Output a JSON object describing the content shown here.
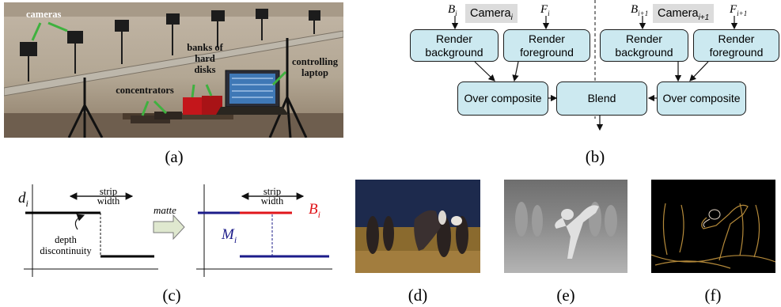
{
  "panels": {
    "a": {
      "caption": "(a)",
      "labels": {
        "cameras": "cameras",
        "concentrators": "concentrators",
        "disks": "banks of hard disks",
        "laptop": "controlling laptop"
      }
    },
    "b": {
      "caption": "(b)",
      "camera_left": "Camera",
      "camera_left_sub": "i",
      "camera_right": "Camera",
      "camera_right_sub": "i+1",
      "B_left": "B",
      "B_left_sub": "i",
      "F_left": "F",
      "F_left_sub": "i",
      "B_right": "B",
      "B_right_sub": "i+1",
      "F_right": "F",
      "F_right_sub": "i+1",
      "render_background": "Render background",
      "render_foreground": "Render foreground",
      "over_composite": "Over composite",
      "blend": "Blend"
    },
    "c": {
      "caption": "(c)",
      "d": "d",
      "d_sub": "i",
      "strip_width": "strip width",
      "depth_discontinuity": "depth discontinuity",
      "matte": "matte",
      "B": "B",
      "B_sub": "i",
      "M": "M",
      "M_sub": "i"
    },
    "d": {
      "caption": "(d)"
    },
    "e": {
      "caption": "(e)"
    },
    "f": {
      "caption": "(f)"
    }
  },
  "colors": {
    "block_fill": "#cce9f0",
    "camera_fill": "#dcdcdc",
    "matte_blue": "#1c1c8a",
    "matte_red": "#e0161b",
    "arrow_fill": "#dfe8cf"
  }
}
